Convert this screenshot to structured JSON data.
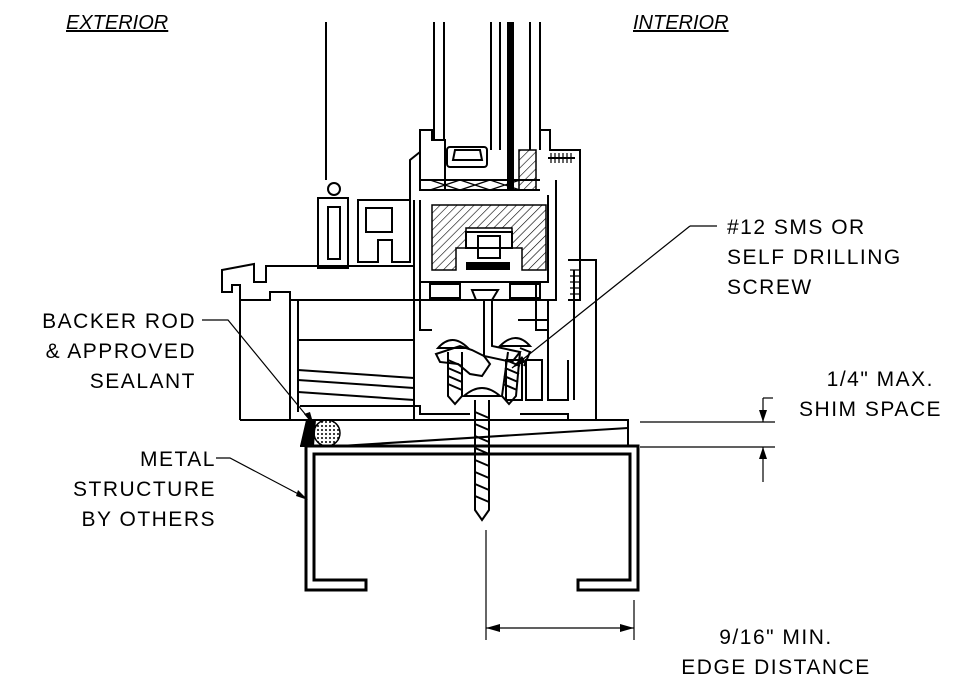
{
  "headers": {
    "exterior": "EXTERIOR",
    "interior": "INTERIOR"
  },
  "callouts": {
    "screw": [
      "#12 SMS OR",
      "SELF DRILLING",
      "SCREW"
    ],
    "backer_rod": [
      "BACKER ROD",
      "& APPROVED",
      "SEALANT"
    ],
    "metal_structure": [
      "METAL",
      "STRUCTURE",
      "BY OTHERS"
    ],
    "shim": [
      "1/4\" MAX.",
      "SHIM SPACE"
    ],
    "edge": [
      "9/16\" MIN.",
      "EDGE DISTANCE"
    ]
  }
}
